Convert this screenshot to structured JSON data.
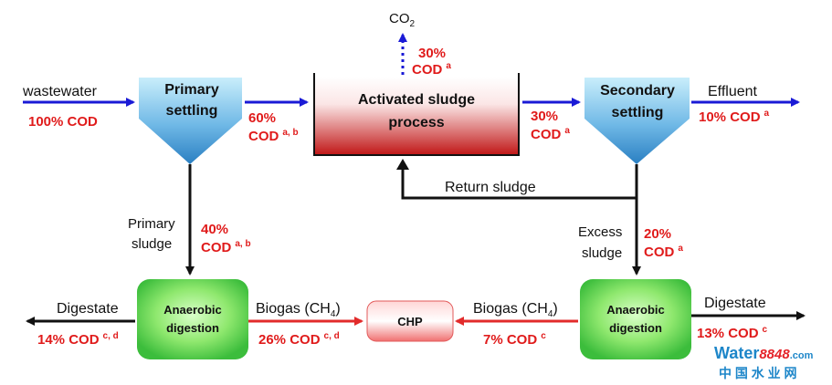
{
  "nodes": {
    "primary_settling": {
      "line1": "Primary",
      "line2": "settling"
    },
    "activated_sludge": {
      "line1": "Activated sludge",
      "line2": "process"
    },
    "secondary_settling": {
      "line1": "Secondary",
      "line2": "settling"
    },
    "ad_left": {
      "line1": "Anaerobic",
      "line2": "digestion"
    },
    "ad_right": {
      "line1": "Anaerobic",
      "line2": "digestion"
    },
    "chp": {
      "label": "CHP"
    }
  },
  "labels": {
    "wastewater": "wastewater",
    "wastewater_cod": "100% COD",
    "co2_main": "CO",
    "co2_sub": "2",
    "co2_pct": "30%",
    "co2_cod": "COD",
    "co2_sup": "a",
    "ps_out_pct": "60%",
    "ps_out_cod": "COD",
    "ps_out_sup": "a, b",
    "as_out_pct": "30%",
    "as_out_cod": "COD",
    "as_out_sup": "a",
    "effluent": "Effluent",
    "effluent_cod": "10% COD",
    "effluent_sup": "a",
    "return_sludge": "Return sludge",
    "primary_sludge_1": "Primary",
    "primary_sludge_2": "sludge",
    "primary_sludge_pct": "40%",
    "primary_sludge_cod": "COD",
    "primary_sludge_sup": "a, b",
    "excess_sludge_1": "Excess",
    "excess_sludge_2": "sludge",
    "excess_sludge_pct": "20%",
    "excess_sludge_cod": "COD",
    "excess_sludge_sup": "a",
    "digestate_left": "Digestate",
    "digestate_left_cod": "14% COD",
    "digestate_left_sup": "c, d",
    "biogas_left_main": "Biogas (CH",
    "biogas_left_sub": "4",
    "biogas_left_close": ")",
    "biogas_left_cod": "26% COD",
    "biogas_left_sup": "c, d",
    "biogas_right_main": "Biogas (CH",
    "biogas_right_sub": "4",
    "biogas_right_close": ")",
    "biogas_right_cod": "7% COD",
    "biogas_right_sup": "c",
    "digestate_right": "Digestate",
    "digestate_right_cod": "13% COD",
    "digestate_right_sup": "c"
  },
  "watermark": {
    "brand_a": "Water",
    "brand_b": "8848",
    "brand_c": ".com",
    "chinese": "中 国 水 业 网"
  },
  "colors": {
    "flow_blue": "#1a1ad6",
    "flow_black": "#111111",
    "flow_red": "#e22b2b",
    "cod_red": "#e01b1b",
    "tank_blue_top": "#b9e6f7",
    "tank_blue_bottom": "#2a86c8",
    "as_top": "#ffffff",
    "as_bottom": "#c31818",
    "digester_light": "#a6f08a",
    "digester_dark": "#3bbf3b"
  }
}
